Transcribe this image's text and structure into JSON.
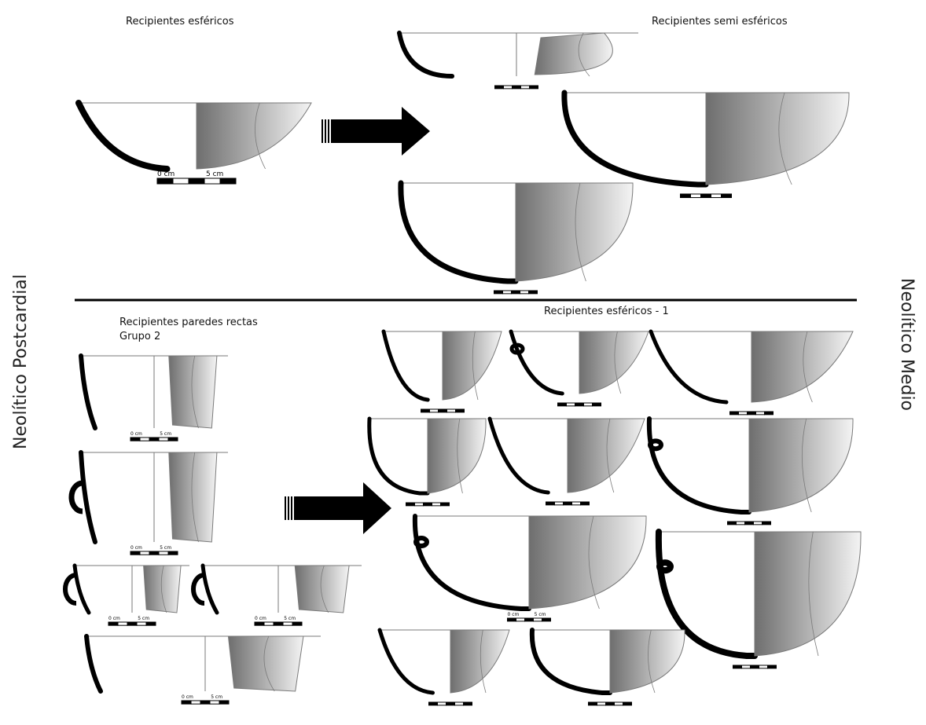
{
  "side_labels": {
    "left": "Neolítico Postcardial",
    "right": "Neolítico Medio"
  },
  "sections": {
    "top_left": {
      "title": "Recipientes esféricos"
    },
    "top_right": {
      "title": "Recipientes semi esféricos"
    },
    "bottom_left": {
      "title_line1": "Recipientes paredes rectas",
      "title_line2": "Grupo 2"
    },
    "bottom_right": {
      "title": "Recipientes esféricos - 1"
    }
  },
  "scale": {
    "zero_label": "0 cm",
    "five_label": "5 cm"
  },
  "colors": {
    "profile": "#000000",
    "sherd_dark": "#6e6e6e",
    "sherd_light": "#f4f4f4",
    "outline": "#7a7a7a"
  }
}
